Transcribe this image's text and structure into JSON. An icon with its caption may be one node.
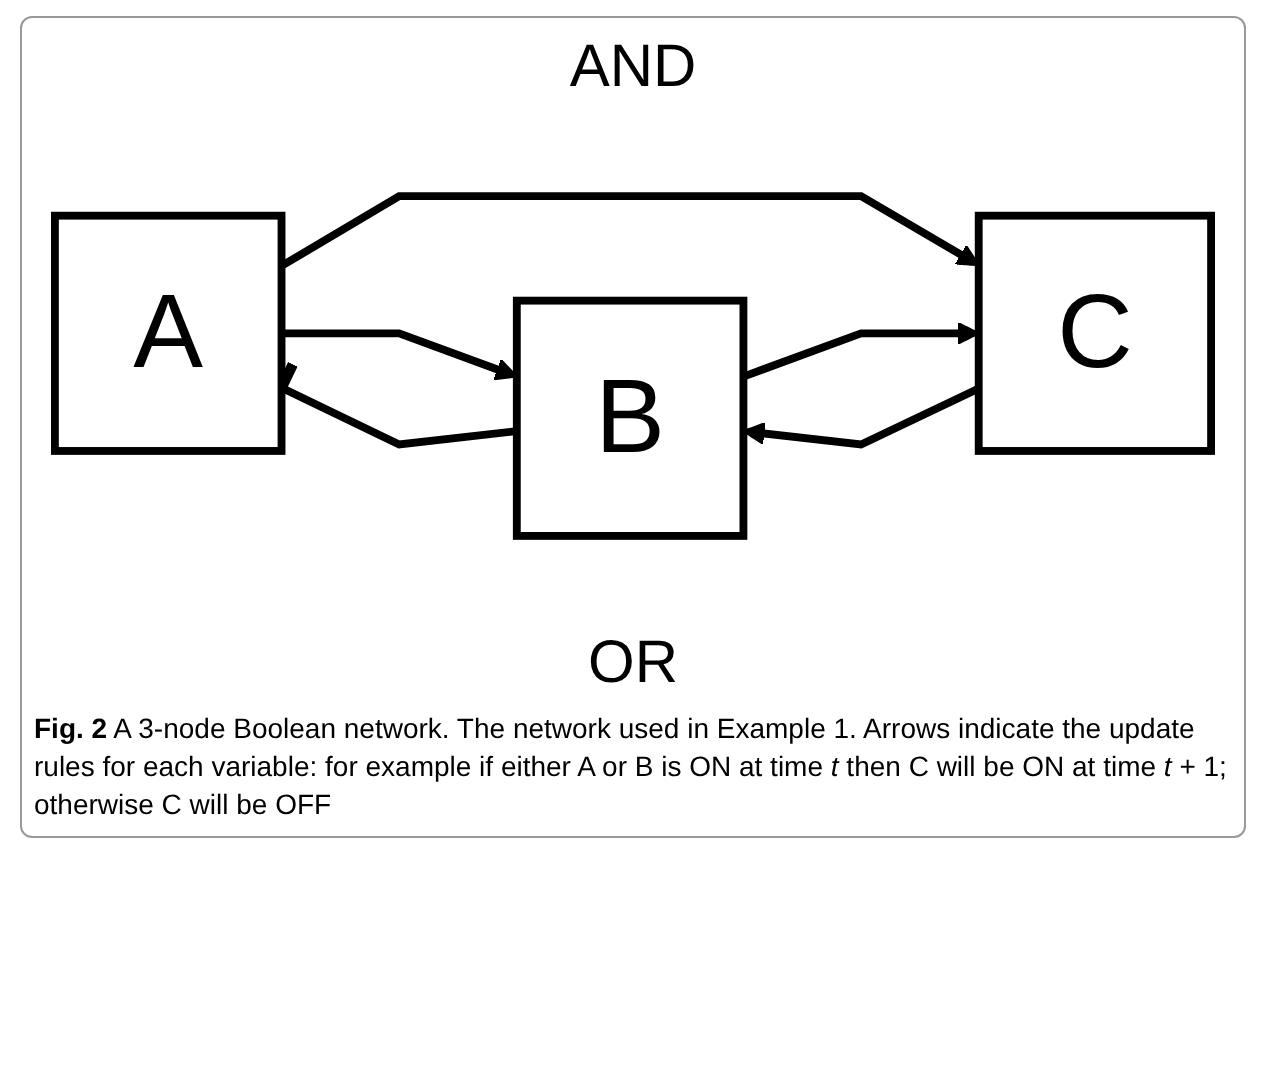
{
  "diagram": {
    "caption": "**Fig. 2** A 3-node Boolean network. The network used in Example 1. Arrows indicate the update rules for each variable: for example if either A or B is ON at time *t* then C will be ON at time *t* + 1; otherwise C will be OFF",
    "nodes": [
      {
        "text": [
          "A"
        ]
      },
      {
        "text": [
          "B"
        ]
      },
      {
        "text": [
          "C"
        ]
      }
    ],
    "edges": [
      {
        "from": 0,
        "to": 1,
        "arrow": "to"
      },
      {
        "from": 2,
        "to": 1,
        "arrow": "to"
      },
      {
        "from": 0,
        "to": 2,
        "arrow": "to"
      },
      {
        "from": 1,
        "to": 2,
        "arrow": "to"
      },
      {
        "from": 1,
        "to": 0,
        "arrow": "other"
      }
    ],
    "labels": [
      "AND",
      "OR"
    ]
  }
}
